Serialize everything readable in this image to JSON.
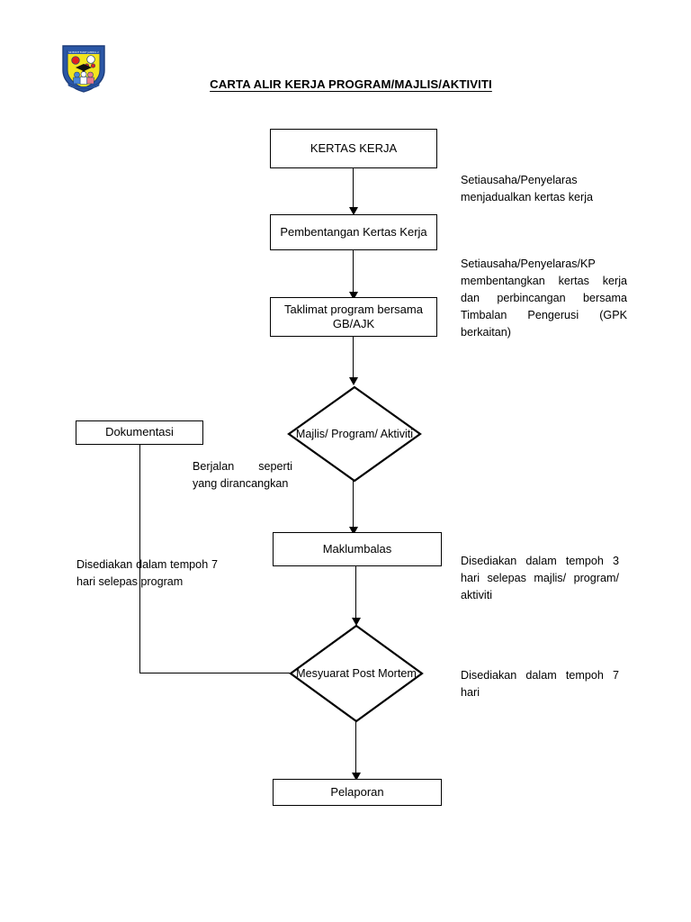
{
  "document": {
    "title": "CARTA ALIR KERJA PROGRAM/MAJLIS/AKTIVITI",
    "logo_name": "school-crest-logo"
  },
  "flowchart": {
    "nodes": [
      {
        "id": "kertas-kerja",
        "shape": "process",
        "label": "KERTAS KERJA"
      },
      {
        "id": "pembentangan",
        "shape": "process",
        "label": "Pembentangan Kertas Kerja"
      },
      {
        "id": "taklimat-line1",
        "shape": "process",
        "label": "Taklimat program bersama"
      },
      {
        "id": "taklimat-line2",
        "shape": "process",
        "label": "GB/AJK"
      },
      {
        "id": "majlis-line1",
        "shape": "decision",
        "label": "Majlis/"
      },
      {
        "id": "majlis-line2",
        "shape": "decision",
        "label": "Program/"
      },
      {
        "id": "majlis-line3",
        "shape": "decision",
        "label": "Aktiviti"
      },
      {
        "id": "dokumentasi",
        "shape": "process",
        "label": "Dokumentasi"
      },
      {
        "id": "maklumbalas",
        "shape": "process",
        "label": "Maklumbalas"
      },
      {
        "id": "postmortem-line1",
        "shape": "decision",
        "label": "Mesyuarat"
      },
      {
        "id": "postmortem-line2",
        "shape": "decision",
        "label": "Post"
      },
      {
        "id": "postmortem-line3",
        "shape": "decision",
        "label": "Mortem"
      },
      {
        "id": "pelaporan",
        "shape": "process",
        "label": "Pelaporan"
      }
    ],
    "annotations": {
      "note_kertas_kerja": "Setiausaha/Penyelaras menjadualkan kertas kerja",
      "note_pembentangan": "Setiausaha/Penyelaras/KP membentangkan kertas kerja dan perbincangan bersama Timbalan Pengerusi (GPK berkaitan)",
      "label_berjalan": "Berjalan seperti yang dirancangkan",
      "note_dokumentasi": "Disediakan dalam tempoh 7 hari selepas program",
      "note_maklumbalas": "Disediakan dalam tempoh 3 hari selepas majlis/ program/ aktiviti",
      "note_postmortem": "Disediakan dalam tempoh 7 hari"
    }
  },
  "colors": {
    "stroke": "#000000",
    "background": "#ffffff",
    "crest_blue": "#2b57a6",
    "crest_yellow": "#f2e41e",
    "crest_red": "#e02020",
    "crest_white": "#ffffff"
  }
}
